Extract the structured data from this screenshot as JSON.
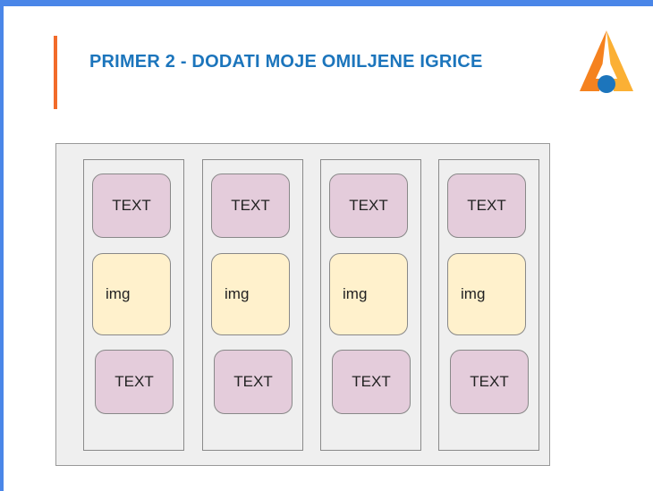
{
  "header": {
    "title": "PRIMER 2 - DODATI MOJE OMILJENE IGRICE"
  },
  "logo": {
    "icon": "triangle-logo-icon",
    "colors": {
      "orange": "#f5821f",
      "yellow": "#fbb034",
      "blue": "#1c75bc"
    }
  },
  "layout": {
    "columns": [
      {
        "top_text": "TEXT",
        "image": "img",
        "bottom_text": "TEXT"
      },
      {
        "top_text": "TEXT",
        "image": "img",
        "bottom_text": "TEXT"
      },
      {
        "top_text": "TEXT",
        "image": "img",
        "bottom_text": "TEXT"
      },
      {
        "top_text": "TEXT",
        "image": "img",
        "bottom_text": "TEXT"
      }
    ]
  },
  "colors": {
    "frame_border": "#4a86e8",
    "accent_bar": "#f26b2a",
    "title": "#1c75bc",
    "text_box": "#e4ccdb",
    "img_box": "#fff1cc"
  }
}
